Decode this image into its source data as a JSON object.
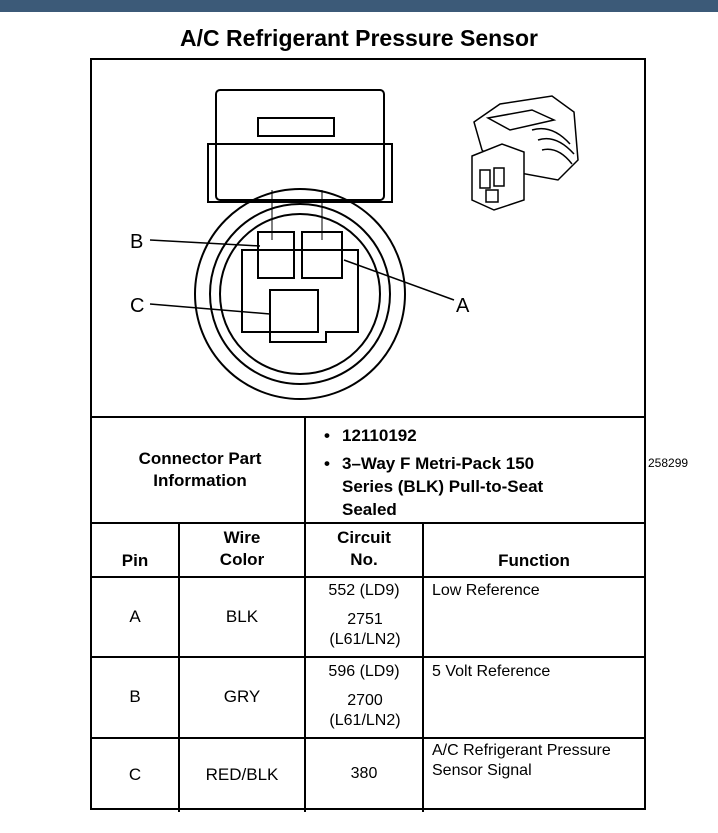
{
  "title": "A/C Refrigerant Pressure Sensor",
  "figure_id": "258299",
  "pin_labels": [
    "A",
    "B",
    "C"
  ],
  "connector_info": {
    "label": "Connector Part Information",
    "bullets": [
      "12110192",
      "3–Way F Metri-Pack 150 Series (BLK) Pull-to-Seat Sealed"
    ]
  },
  "table": {
    "headers": [
      "Pin",
      "Wire Color",
      "Circuit No.",
      "Function"
    ],
    "rows": [
      {
        "pin": "A",
        "color": "BLK",
        "circuits": [
          "552 (LD9)",
          "2751 (L61/LN2)"
        ],
        "function": "Low Reference"
      },
      {
        "pin": "B",
        "color": "GRY",
        "circuits": [
          "596 (LD9)",
          "2700 (L61/LN2)"
        ],
        "function": "5 Volt Reference"
      },
      {
        "pin": "C",
        "color": "RED/BLK",
        "circuits": [
          "380"
        ],
        "function": "A/C Refrigerant Pressure Sensor Signal"
      }
    ]
  }
}
